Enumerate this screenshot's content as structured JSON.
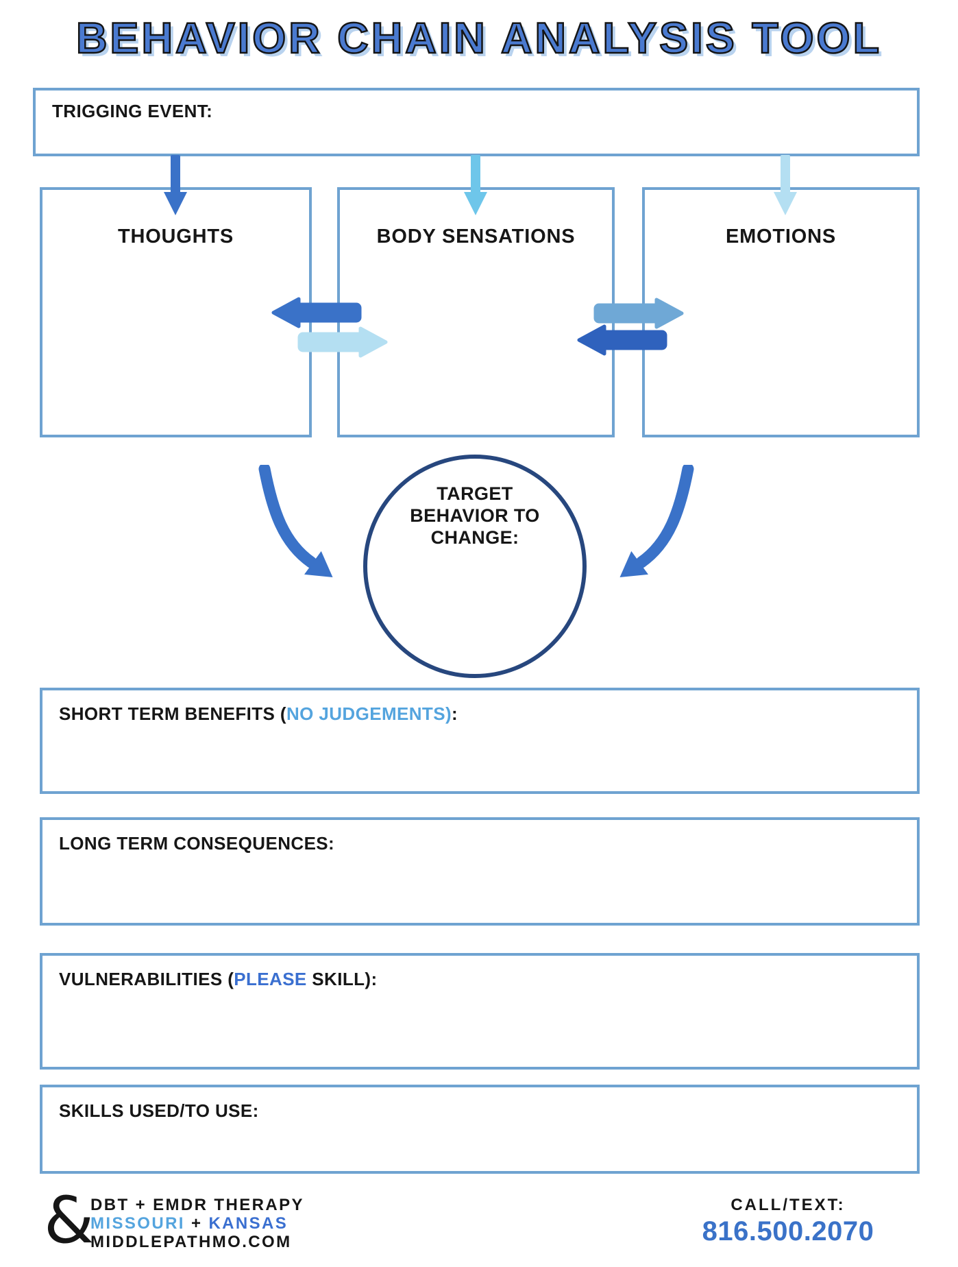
{
  "colors": {
    "title_fill": "#4a7ad0",
    "title_shadow": "#b9d3ef",
    "outline": "#141414",
    "border_blue": "#6fa3d1",
    "circle_navy": "#27477e",
    "arrow_royal": "#3a72c8",
    "arrow_deep": "#2f62bd",
    "arrow_steel": "#6fa8d6",
    "arrow_sky": "#6ec6ea",
    "arrow_pale": "#b4dff2",
    "text_black": "#161616",
    "text_blue_light": "#54a4de",
    "text_blue_royal": "#3a6fd0",
    "phone_blue": "#3a72c8"
  },
  "title": "BEHAVIOR CHAIN ANALYSIS TOOL",
  "trigger_box": {
    "label": "TRIGGING EVENT:"
  },
  "columns": {
    "thoughts": "THOUGHTS",
    "body_sensations": "BODY SENSATIONS",
    "emotions": "EMOTIONS"
  },
  "target_circle": {
    "label": "TARGET BEHAVIOR TO CHANGE:"
  },
  "sections": {
    "short_term": {
      "black1": "SHORT TERM BENEFITS (",
      "blue": "NO JUDGEMENTS)",
      "black2": ":"
    },
    "long_term": {
      "label": "LONG TERM CONSEQUENCES:"
    },
    "vulnerabilities": {
      "black1": "VULNERABILITIES (",
      "blue": "PLEASE",
      "black2": " SKILL):"
    },
    "skills": {
      "label": "SKILLS USED/TO USE:"
    }
  },
  "footer": {
    "logo": "&",
    "line1": "DBT + EMDR THERAPY",
    "line2": {
      "part1": "MISSOURI",
      "plus": " + ",
      "part2": "KANSAS"
    },
    "line3": "MIDDLEPATHMO.COM",
    "call_label": "CALL/TEXT:",
    "phone": "816.500.2070"
  }
}
